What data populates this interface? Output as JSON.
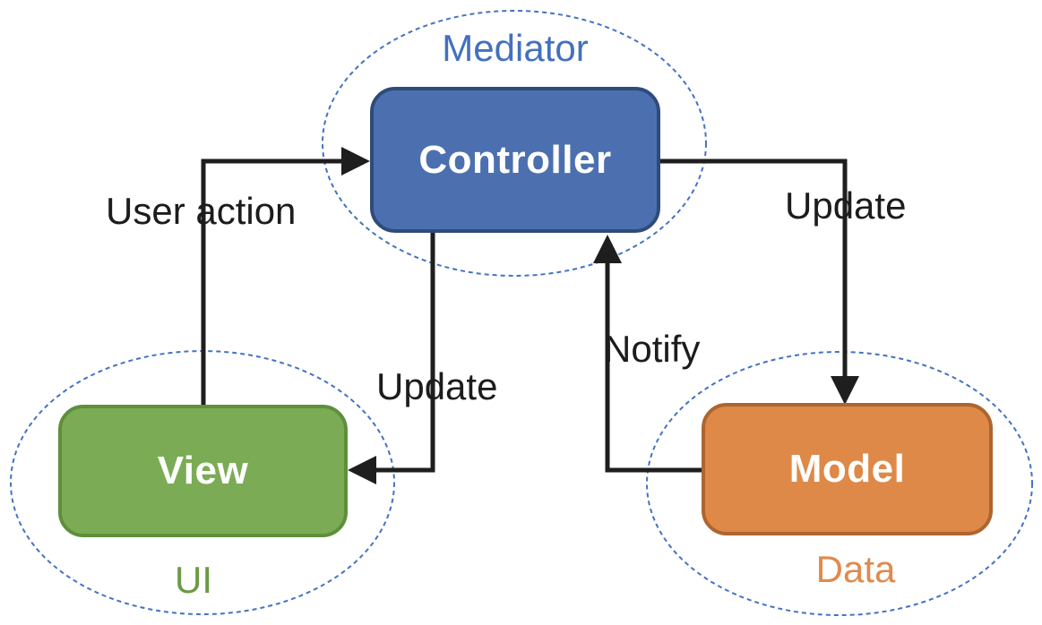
{
  "diagram": {
    "kind": "mvc-pattern-diagram",
    "background_color": "#ffffff",
    "ellipse_color": "#4472C4",
    "arrow_color": "#1E1E1E",
    "nodes": [
      {
        "id": "controller",
        "label": "Controller",
        "fill": "#4C70AF",
        "border": "#2E4C7A",
        "text_color": "#ffffff"
      },
      {
        "id": "view",
        "label": "View",
        "fill": "#7BAC55",
        "border": "#5F8F3C",
        "text_color": "#ffffff"
      },
      {
        "id": "model",
        "label": "Model",
        "fill": "#DE8947",
        "border": "#AD6530",
        "text_color": "#ffffff"
      }
    ],
    "zones": [
      {
        "id": "mediator",
        "label": "Mediator",
        "color": "#4470BE",
        "around": "Controller"
      },
      {
        "id": "ui",
        "label": "UI",
        "color": "#6B9A44",
        "around": "View"
      },
      {
        "id": "data",
        "label": "Data",
        "color": "#E08A4E",
        "around": "Model"
      }
    ],
    "edges": [
      {
        "id": "user-action",
        "label": "User action",
        "from": "View",
        "to": "Controller"
      },
      {
        "id": "update-view",
        "label": "Update",
        "from": "Controller",
        "to": "View"
      },
      {
        "id": "update-model",
        "label": "Update",
        "from": "Controller",
        "to": "Model"
      },
      {
        "id": "notify",
        "label": "Notify",
        "from": "Model",
        "to": "Controller"
      }
    ]
  }
}
